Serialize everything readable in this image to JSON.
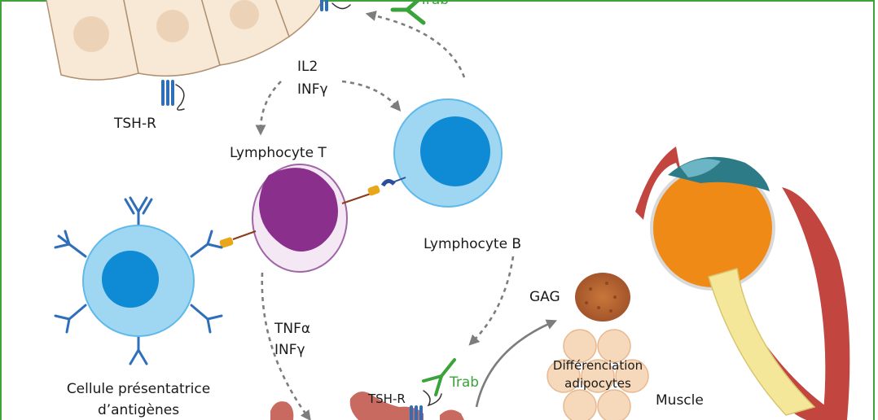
{
  "labels": {
    "trab_top": "Trab",
    "tsh_r_top": "TSH-R",
    "cytokines_top_1": "IL2",
    "cytokines_top_2": "INFγ",
    "lymphocyte_t": "Lymphocyte T",
    "lymphocyte_b": "Lymphocyte B",
    "apc_line1": "Cellule présentatrice",
    "apc_line2": "d’antigènes",
    "cytokines_bottom_1": "TNFα",
    "cytokines_bottom_2": "INFγ",
    "tsh_r_bottom": "TSH-R",
    "trab_bottom": "Trab",
    "gag": "GAG",
    "differentiation_1": "Différenciation",
    "differentiation_2": "adipocytes",
    "muscle": "Muscle"
  },
  "colors": {
    "border": "#3fa33b",
    "thyroid_cell": "#f7e9d6",
    "thyroid_nucleus": "#ecd2b6",
    "receptor": "#2f6fba",
    "antibody_green": "#3aa33a",
    "lymphocyte_b_outer": "#9fd7f3",
    "lymphocyte_b_nucleus": "#0f8bd6",
    "lymphocyte_t": "#8b2f8c",
    "fibroblast": "#c96a60",
    "adipocyte": "#f6d8bb",
    "eye_orange": "#f08a16",
    "eye_muscle": "#c2453f",
    "optic_nerve": "#f5e79a",
    "gag": "#b5642e"
  }
}
